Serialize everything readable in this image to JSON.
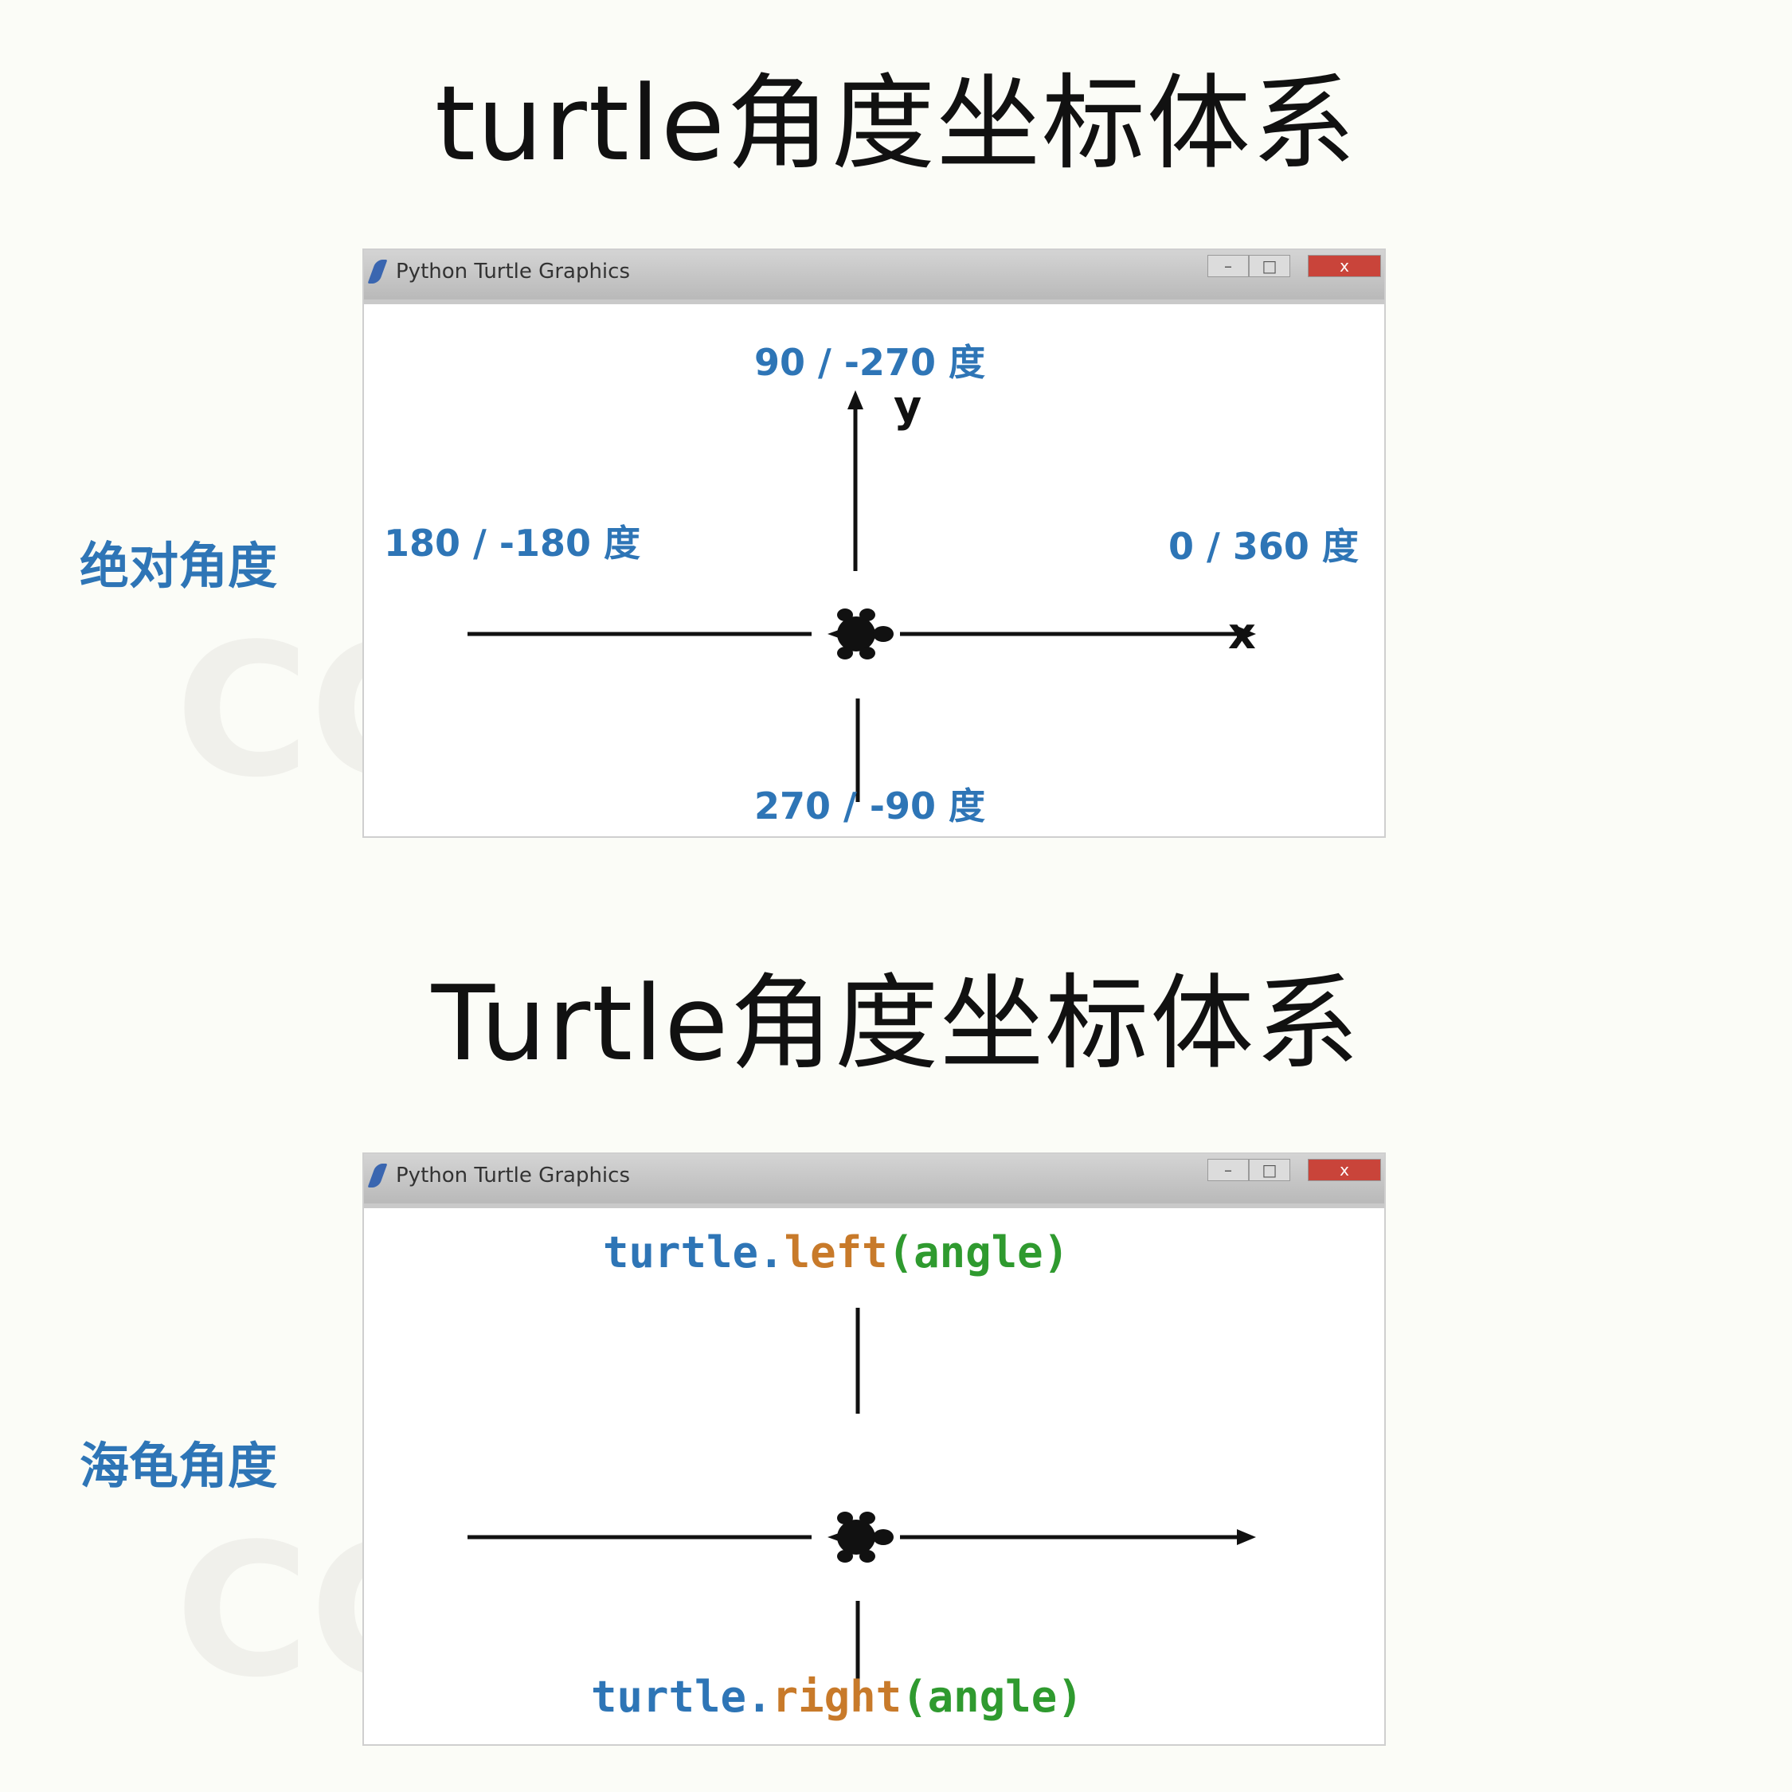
{
  "section1": {
    "heading": "turtle角度坐标体系",
    "side_label": "绝对角度",
    "window_title": "Python Turtle Graphics",
    "labels": {
      "top": "90 / -270 度",
      "left": "180 / -180 度",
      "right": "0 / 360 度",
      "bottom": "270 / -90 度",
      "x_axis": "x",
      "y_axis": "y"
    }
  },
  "section2": {
    "heading": "Turtle角度坐标体系",
    "side_label": "海龟角度",
    "window_title": "Python Turtle Graphics",
    "left_call": {
      "object": "turtle.",
      "method": "left",
      "args": "(angle)"
    },
    "right_call": {
      "object": "turtle.",
      "method": "right",
      "args": "(angle)"
    }
  },
  "window_buttons": {
    "minimize": "–",
    "maximize": "□",
    "close": "x"
  },
  "colors": {
    "label_blue": "#2e75b6",
    "method_orange": "#c87a2a",
    "args_green": "#2f9a2f",
    "close_red": "#c9443a"
  }
}
